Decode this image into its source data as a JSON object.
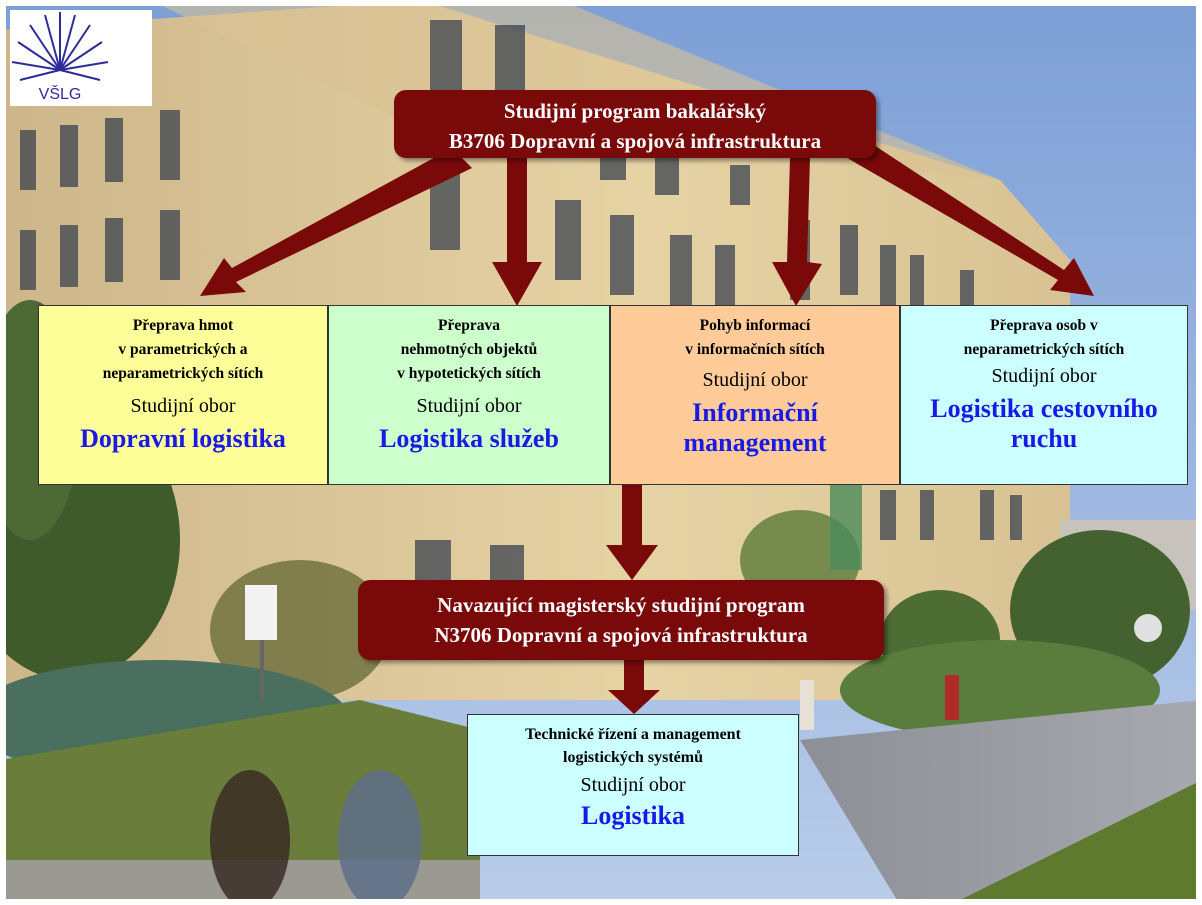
{
  "logo": {
    "text": "VŠLG"
  },
  "top_banner": {
    "line1": "Studijní program bakalářský",
    "line2": "B3706 Dopravní a spojová infrastruktura"
  },
  "fields": [
    {
      "heading": [
        "Přeprava hmot",
        "v parametrických a",
        "neparametrických sítích"
      ],
      "kind": "Studijní obor",
      "name": [
        "Dopravní logistika"
      ]
    },
    {
      "heading": [
        "Přeprava",
        "nehmotných objektů",
        "v hypotetických sítích"
      ],
      "kind": "Studijní obor",
      "name": [
        "Logistika služeb"
      ]
    },
    {
      "heading": [
        "Pohyb informací",
        "v informačních sítích"
      ],
      "kind": "Studijní obor",
      "name": [
        "Informační",
        "management"
      ]
    },
    {
      "heading": [
        "Přeprava osob v",
        "neparametrických sítích"
      ],
      "kind": "Studijní obor",
      "name": [
        "Logistika cestovního",
        "ruchu"
      ]
    }
  ],
  "middle_banner": {
    "line1": "Navazující magisterský studijní program",
    "line2": "N3706 Dopravní a spojová infrastruktura"
  },
  "master_field": {
    "heading": [
      "Technické řízení a management",
      "logistických systémů"
    ],
    "kind": "Studijní obor",
    "name": [
      "Logistika"
    ]
  },
  "colors": {
    "arrow": "#7a0a0a",
    "banner": "#7a0a0a",
    "field_name": "#1a1ae6",
    "box_yellow": "#ffff99",
    "box_green": "#ccffcc",
    "box_orange": "#ffcc99",
    "box_cyan": "#ccffff"
  }
}
